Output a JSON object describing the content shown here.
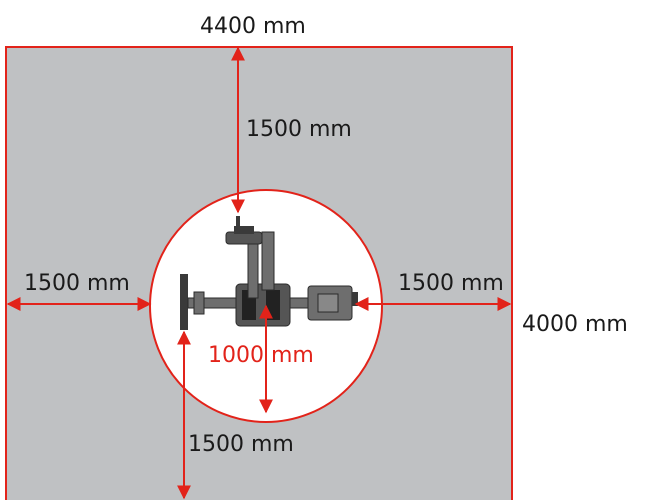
{
  "colors": {
    "floor": "#bfc1c3",
    "boundary": "#e2231a",
    "reach_circle": "#ffffff",
    "dimension_line": "#e2231a",
    "machine_dark": "#3a3a3a",
    "machine_mid": "#6e6e6e"
  },
  "dimensions": {
    "width_label": "4400 mm",
    "height_label": "4000 mm",
    "clearance_top": "1500 mm",
    "clearance_left": "1500 mm",
    "clearance_right": "1500 mm",
    "clearance_bottom": "1500 mm",
    "reach_radius": "1000 mm"
  }
}
